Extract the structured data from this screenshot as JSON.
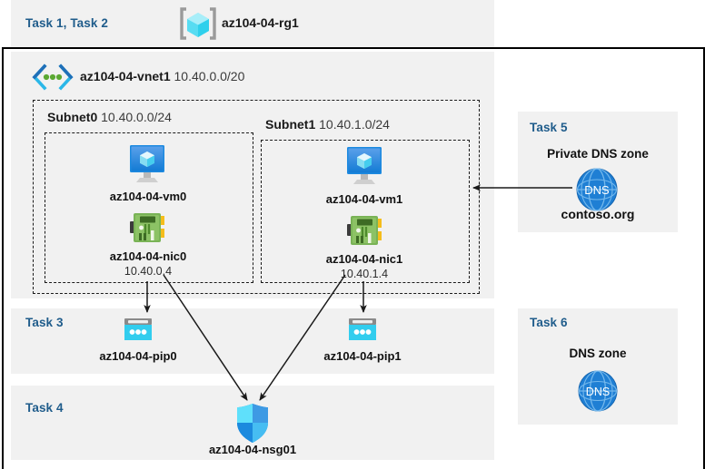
{
  "diagram": {
    "title_band": {
      "task_label": "Task 1, Task 2",
      "resource_group_name": "az104-04-rg1",
      "resource_group_icon": "resource-group-cube-icon"
    },
    "vnet": {
      "icon": "virtual-network-brackets-icon",
      "name": "az104-04-vnet1",
      "cidr": "10.40.0.0/20"
    },
    "subnets": [
      {
        "name": "Subnet0",
        "cidr": "10.40.0.0/24",
        "vm": {
          "icon": "virtual-machine-icon",
          "label": "az104-04-vm0"
        },
        "nic": {
          "icon": "network-interface-card-icon",
          "label": "az104-04-nic0",
          "ip": "10.40.0.4"
        }
      },
      {
        "name": "Subnet1",
        "cidr": "10.40.1.0/24",
        "vm": {
          "icon": "virtual-machine-icon",
          "label": "az104-04-vm1"
        },
        "nic": {
          "icon": "network-interface-card-icon",
          "label": "az104-04-nic1",
          "ip": "10.40.1.4"
        }
      }
    ],
    "task3": {
      "task_label": "Task 3",
      "public_ips": [
        {
          "icon": "public-ip-address-icon",
          "label": "az104-04-pip0"
        },
        {
          "icon": "public-ip-address-icon",
          "label": "az104-04-pip1"
        }
      ]
    },
    "task4": {
      "task_label": "Task 4",
      "nsg": {
        "icon": "network-security-group-shield-icon",
        "label": "az104-04-nsg01"
      }
    },
    "task5": {
      "task_label": "Task 5",
      "heading": "Private DNS zone",
      "icon": "dns-globe-icon",
      "icon_text": "DNS",
      "zone_name": "contoso.org"
    },
    "task6": {
      "task_label": "Task 6",
      "heading": "DNS zone",
      "icon": "dns-globe-icon",
      "icon_text": "DNS"
    }
  },
  "colors": {
    "task_label": "#1f5c8b",
    "panel_background": "#f1f1f1",
    "page_background": "#ffffff",
    "outline": "#000000",
    "public_ip_cyan": "#32cdee",
    "nic_green": "#5e9e4a",
    "dns_blue": "#1f7fd4",
    "vm_blue": "#1e8bdb",
    "rg_cube_cyan": "#5ad8f0",
    "arrow": "#1a1a1a"
  }
}
